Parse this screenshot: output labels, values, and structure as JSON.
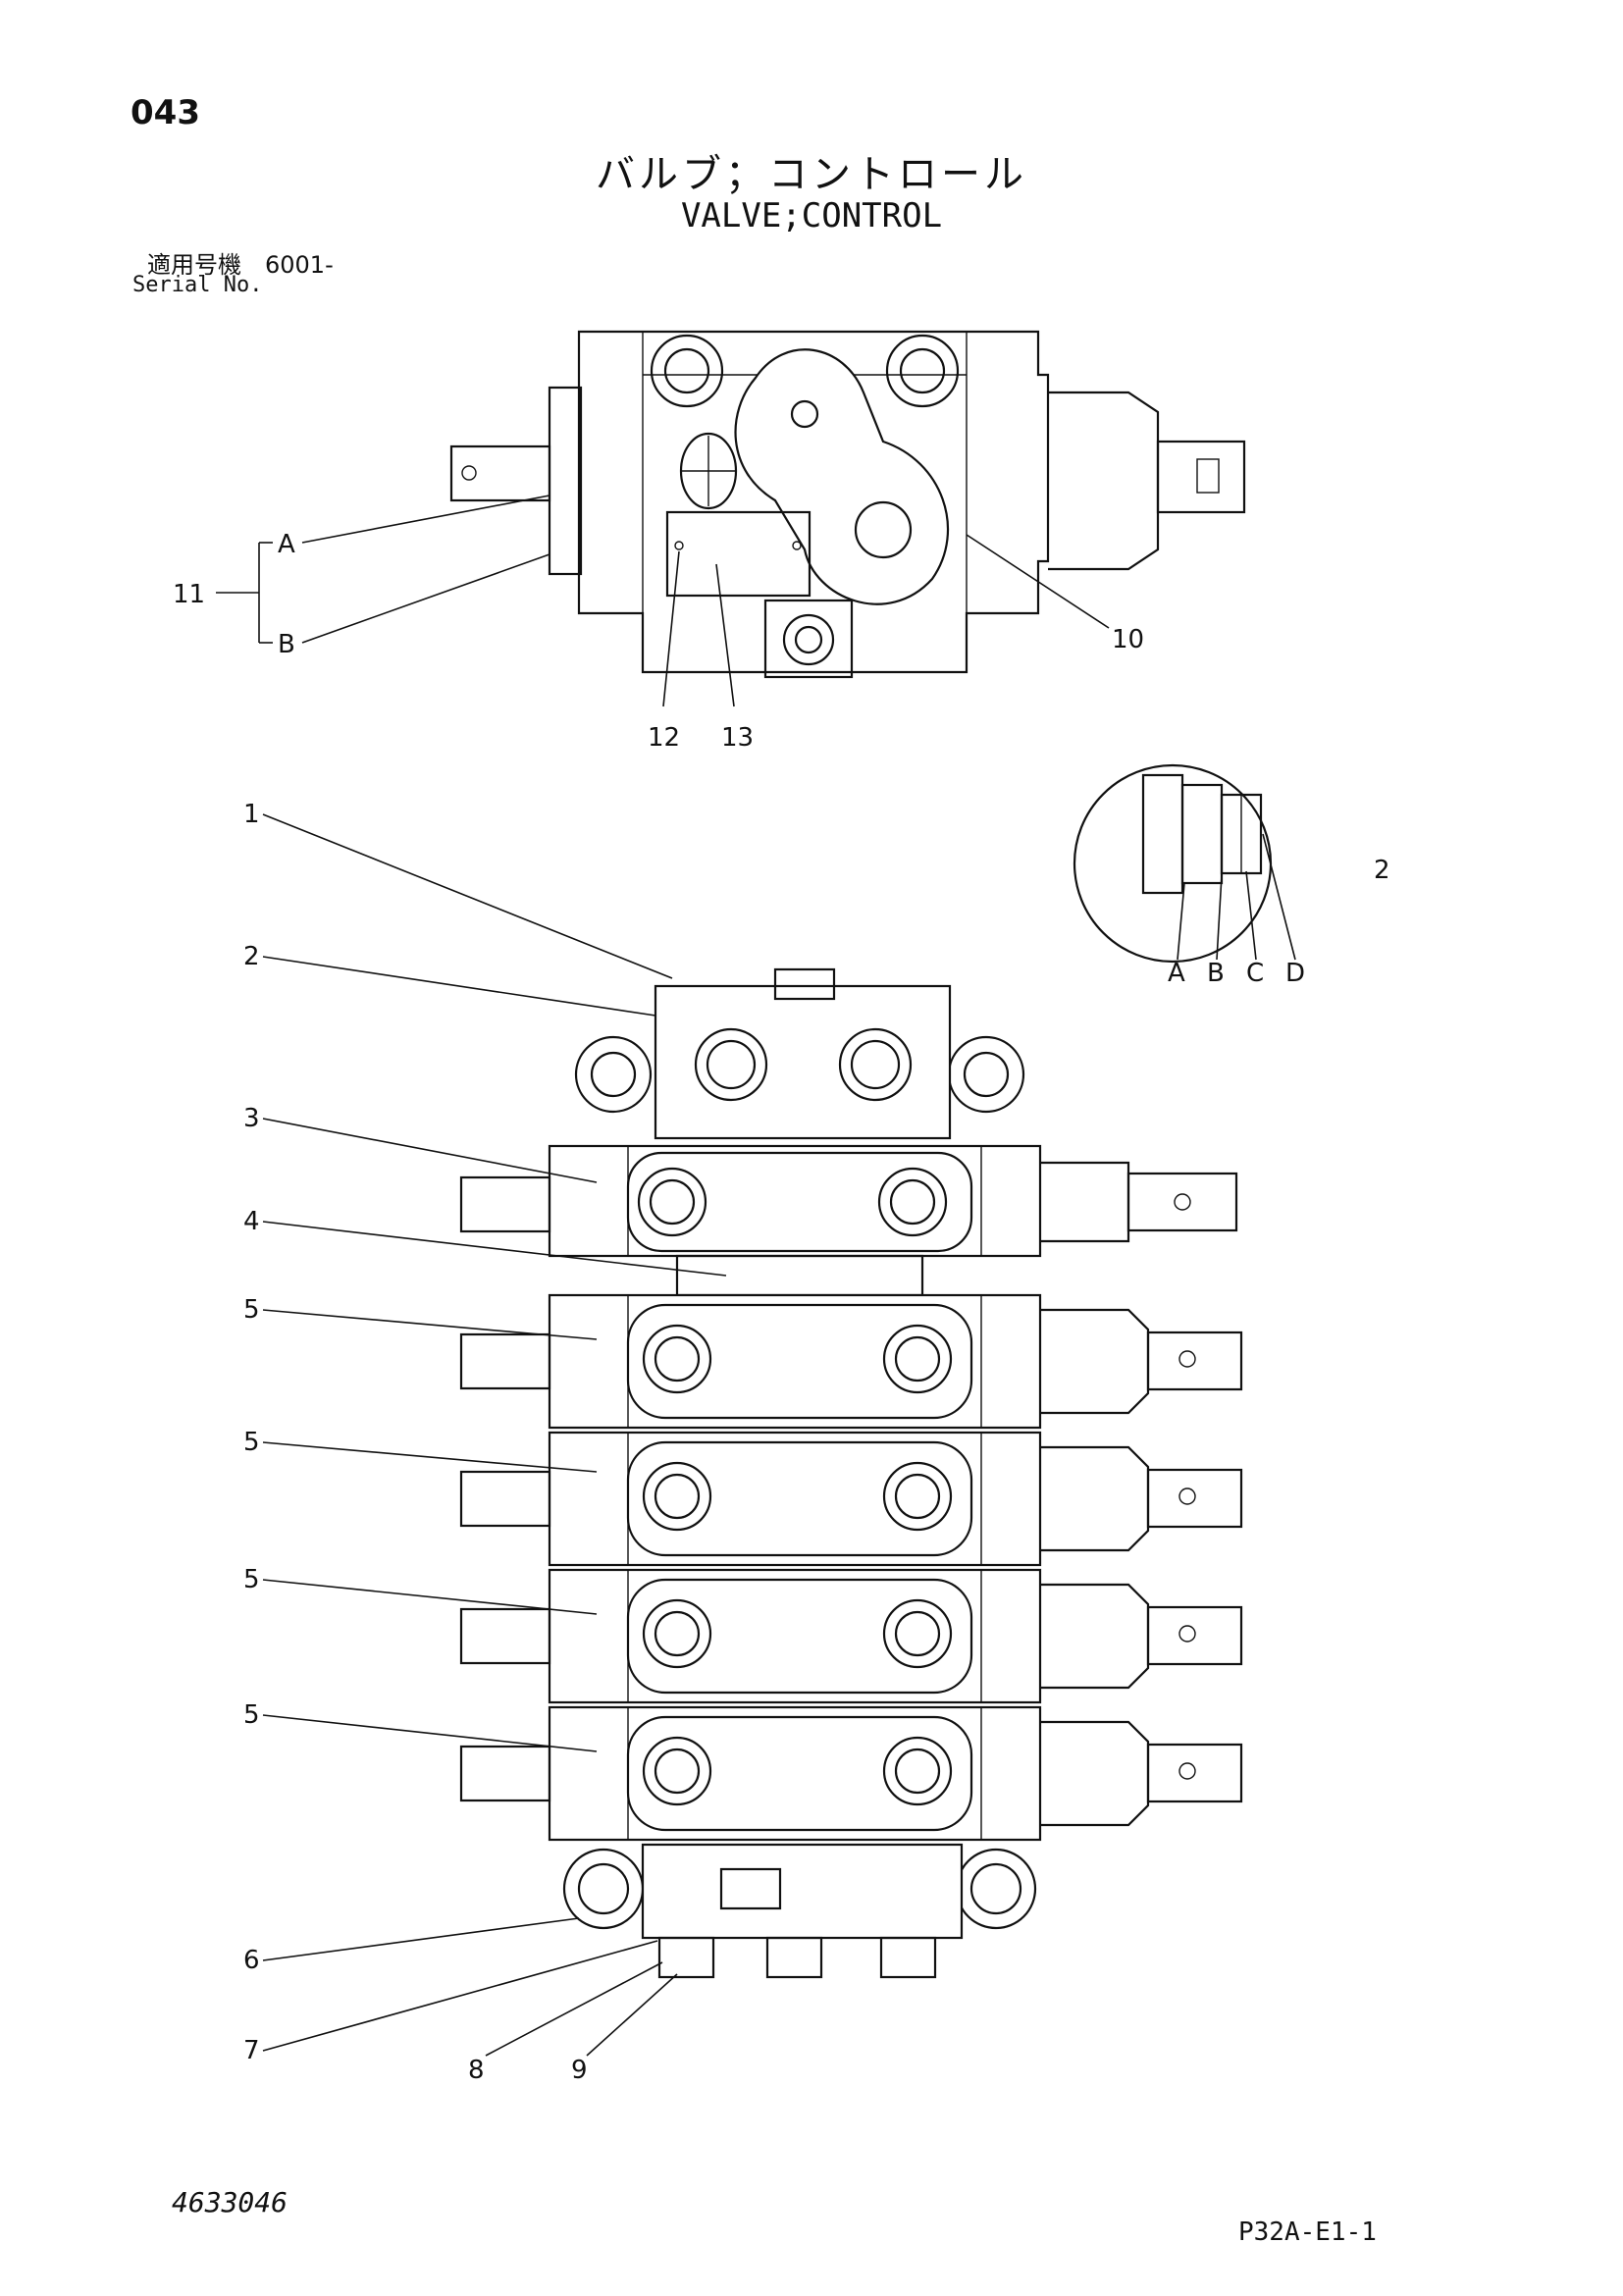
{
  "header": {
    "page_number": "043",
    "title_jp": "バルブ；コントロール",
    "title_en": "VALVE;CONTROL",
    "serial_jp": "適用号機　6001-",
    "serial_en": "Serial No."
  },
  "callouts": {
    "c1": "1",
    "c2": "2",
    "c3": "3",
    "c4": "4",
    "c5a": "5",
    "c5b": "5",
    "c5c": "5",
    "c5d": "5",
    "c6": "6",
    "c7": "7",
    "c8": "8",
    "c9": "9",
    "top_a": "A",
    "top_b": "B",
    "top_11": "11",
    "top_10": "10",
    "top_12": "12",
    "top_13": "13",
    "det_a": "A",
    "det_b": "B",
    "det_c": "C",
    "det_d": "D",
    "det_2": "2"
  },
  "footer": {
    "doc_number": "4633046",
    "page_code": "P32A-E1-1"
  }
}
